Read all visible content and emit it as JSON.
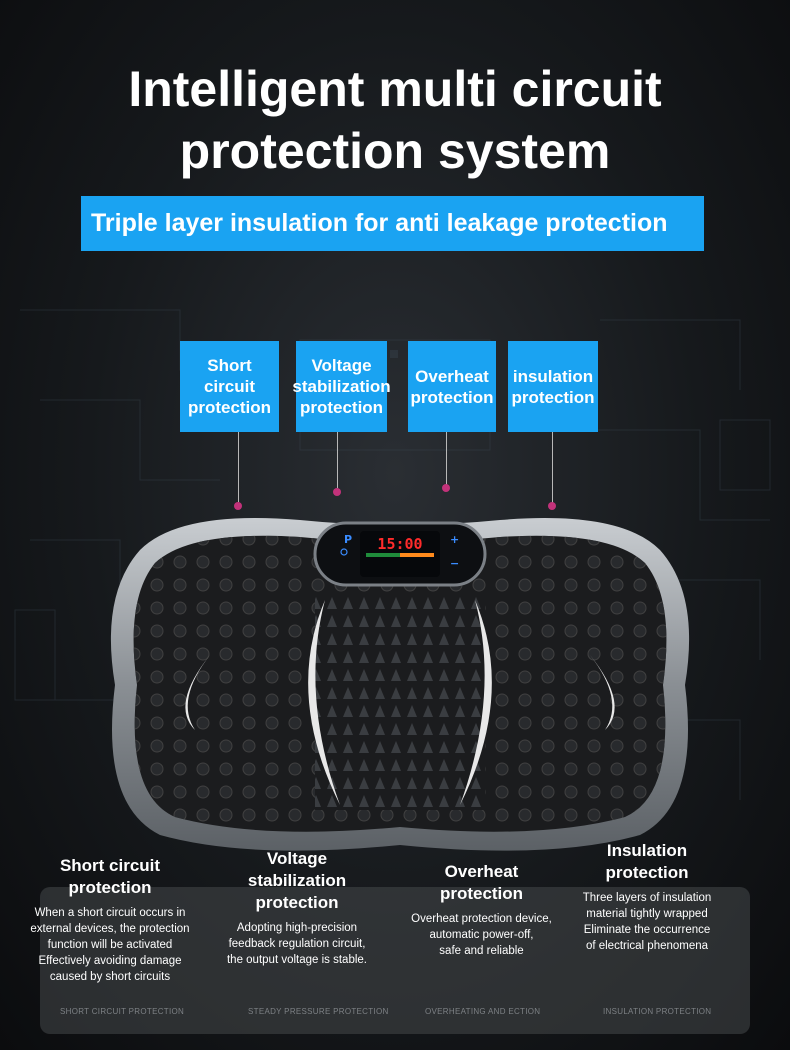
{
  "title": "Intelligent multi circuit\nprotection system",
  "banner": "Triple layer insulation for anti leakage protection",
  "tags": [
    {
      "label": "Short\ncircuit\nprotection"
    },
    {
      "label": "Voltage\nstabilization\nprotection"
    },
    {
      "label": "Overheat\nprotection"
    },
    {
      "label": "insulation\nprotection"
    }
  ],
  "display": {
    "time": "15:00",
    "p_label": "P"
  },
  "features": [
    {
      "title": "Short circuit\nprotection",
      "desc": "When a short circuit occurs in\nexternal devices, the protection\nfunction will be activated\nEffectively avoiding damage\ncaused by short circuits"
    },
    {
      "title": "Voltage\nstabilization\nprotection",
      "desc": "Adopting high-precision\nfeedback regulation circuit,\nthe output voltage is stable."
    },
    {
      "title": "Overheat\nprotection",
      "desc": "Overheat protection device,\nautomatic power-off,\nsafe and reliable"
    },
    {
      "title": "Insulation\nprotection",
      "desc": "Three layers of insulation\nmaterial tightly wrapped\nEliminate the occurrence\nof electrical phenomena"
    }
  ],
  "captions": [
    "SHORT CIRCUIT PROTECTION",
    "STEADY PRESSURE PROTECTION",
    "OVERHEATING AND ECTION",
    "INSULATION PROTECTION"
  ],
  "colors": {
    "accent": "#1aa3f2",
    "dot": "#c2327a",
    "display_red": "#ff2b2b",
    "display_blue": "#3a8cff"
  }
}
